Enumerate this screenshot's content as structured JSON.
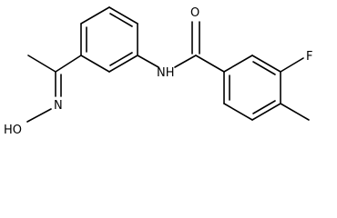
{
  "diagram": {
    "type": "chemical-structure",
    "atoms": {
      "oxygen_carbonyl": "O",
      "fluorine": "F",
      "amide_nh": "NH",
      "oxime_n": "N",
      "hydroxyl": "HO"
    }
  }
}
